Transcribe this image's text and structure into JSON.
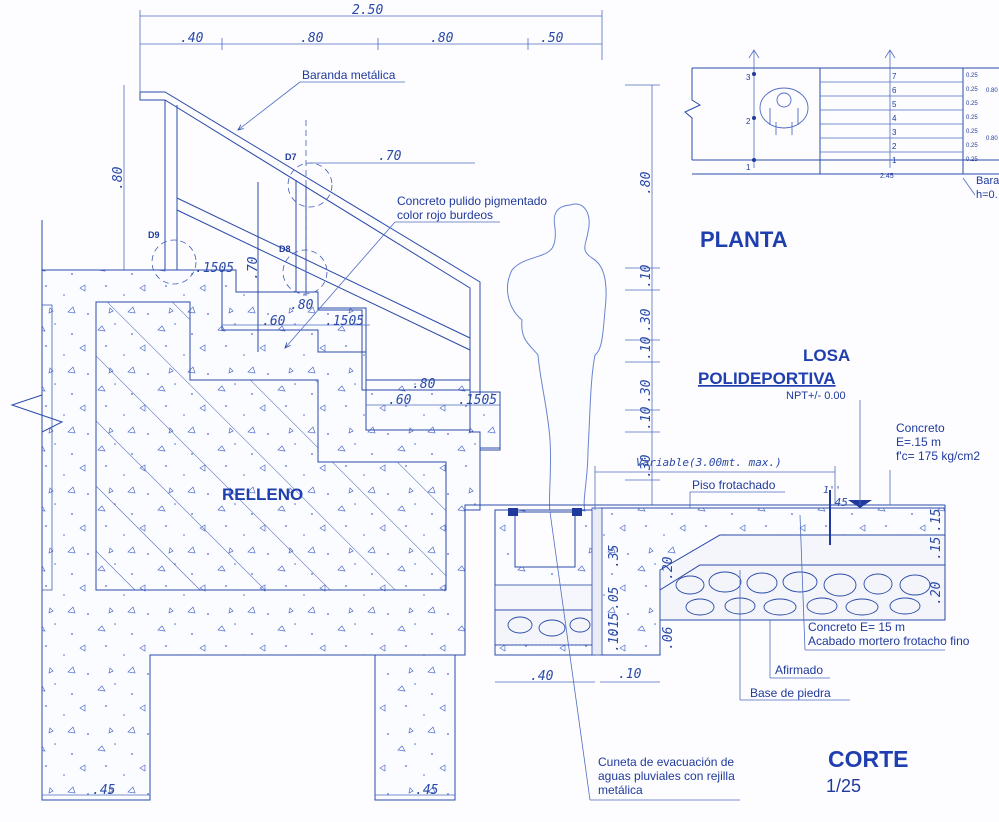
{
  "titles": {
    "planta": "PLANTA",
    "losa_line1": "LOSA",
    "losa_line2": "POLIDEPORTIVA",
    "npt": "NPT+/- 0.00",
    "relleno": "RELLENO",
    "corte": "CORTE",
    "scale": "1/25"
  },
  "notes": {
    "baranda": "Baranda metálica",
    "concreto_pulido_1": "Concreto pulido pigmentado",
    "concreto_pulido_2": "color rojo burdeos",
    "concreto_right_1": "Concreto",
    "concreto_right_2": "E=.15 m",
    "concreto_right_3": "f'c= 175 kg/cm2",
    "piso": "Piso frotachado",
    "concreto_bottom_1": "Concreto E= 15 m",
    "concreto_bottom_2": "Acabado mortero frotacho fino",
    "afirmado": "Afirmado",
    "base_piedra": "Base de piedra",
    "cuneta_1": "Cuneta de evacuación de",
    "cuneta_2": "aguas pluviales con rejilla",
    "cuneta_3": "metálica",
    "planta_baranda_1": "Bara",
    "planta_baranda_2": "h=0."
  },
  "details": {
    "d7": "D7",
    "d8": "D8",
    "d9": "D9"
  },
  "dims": {
    "total_top": "2.50",
    "seg_40": ".40",
    "seg_80a": ".80",
    "seg_80b": ".80",
    "seg_50": ".50",
    "left_80": ".80",
    "d7_70": ".70",
    "d9_1505": ".1505",
    "v_70": ".70",
    "s_80a": ".80",
    "s_60a": ".60",
    "s_1505a": ".1505",
    "s_80b": ".80",
    "s_60b": ".60",
    "s_1505b": ".1505",
    "right_80": ".80",
    "r_10a": ".10",
    "r_30a": ".30",
    "r_10b": ".10",
    "r_30b": ".30",
    "r_10c": ".10",
    "r_30c": ".30",
    "variable": "Variable(3.00mt. max.)",
    "c_45": ".45",
    "c_1": "1''",
    "c_15a": ".15",
    "c_15b": ".15",
    "c_20": ".20",
    "g_35": ".35",
    "g_20": ".20",
    "g_05": ".05",
    "g_15": ".15",
    "g_10": ".10",
    "g_06": ".06",
    "g_40": ".40",
    "g_10b": ".10",
    "f_45a": ".45",
    "f_45b": ".45",
    "p_245": "2.45"
  },
  "plan": {
    "step_numbers": [
      "7",
      "6",
      "5",
      "4",
      "3",
      "2",
      "1"
    ],
    "step_dims": [
      "0.25",
      "0.25",
      "0.25",
      "0.25",
      "0.25",
      "0.25",
      "0.25"
    ],
    "side_dims": [
      "0.80",
      "0.80"
    ],
    "axis_numbers": [
      "3",
      "2",
      "1"
    ]
  }
}
